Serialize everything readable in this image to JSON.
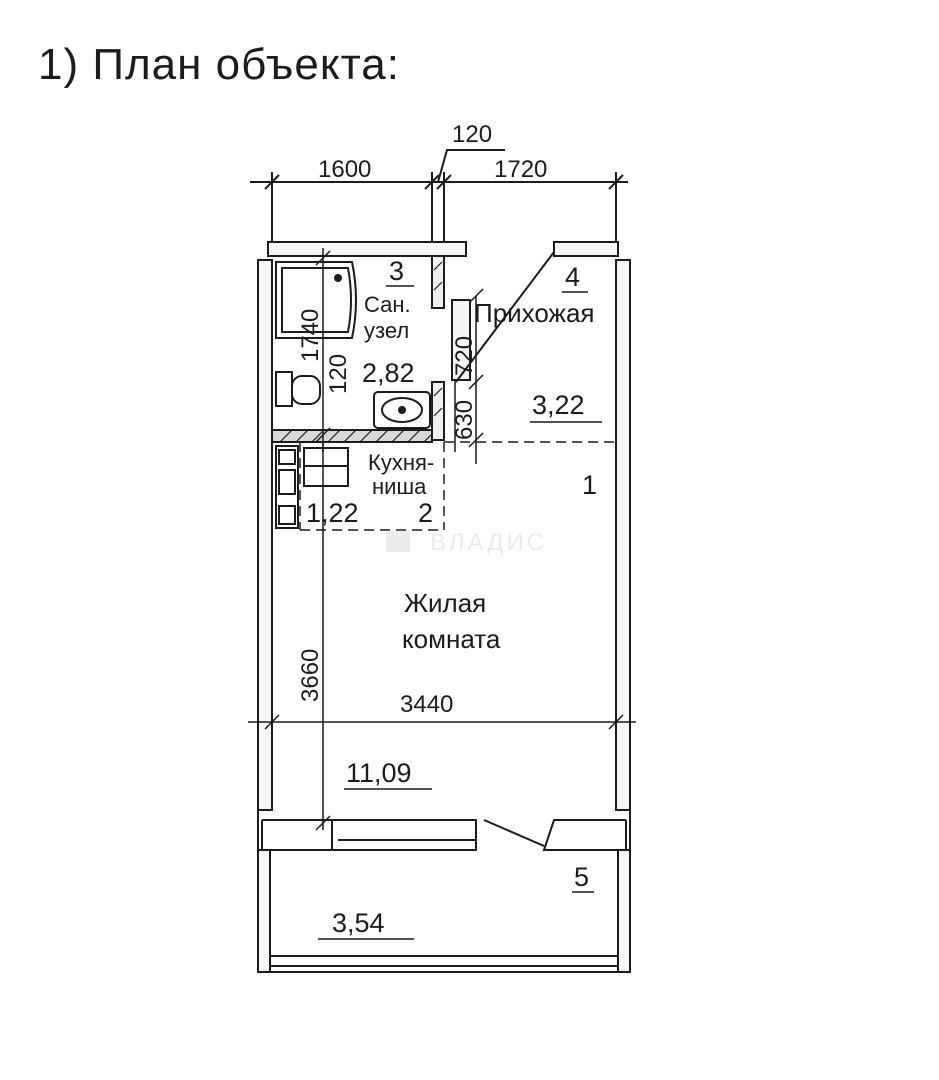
{
  "title": "1) План объекта:",
  "dimensions": {
    "top_left": "1600",
    "wall": "120",
    "top_right": "1720",
    "bath_height": "1740",
    "wc_gap": "120",
    "door_width": "720",
    "sink_gap": "630",
    "room_length": "3660",
    "room_width": "3440"
  },
  "rooms": {
    "bathroom": {
      "number": "3",
      "name_line1": "Сан.",
      "name_line2": "узел",
      "area": "2,82"
    },
    "hallway": {
      "number": "4",
      "name": "Прихожая",
      "area": "3,22"
    },
    "kitchen": {
      "number": "2",
      "name_line1": "Кухня-",
      "name_line2": "ниша",
      "area": "1,22"
    },
    "living": {
      "number": "1",
      "name_line1": "Жилая",
      "name_line2": "комната",
      "area": "11,09"
    },
    "balcony": {
      "number": "5",
      "area": "3,54"
    }
  },
  "watermark": "ВЛАДИС"
}
